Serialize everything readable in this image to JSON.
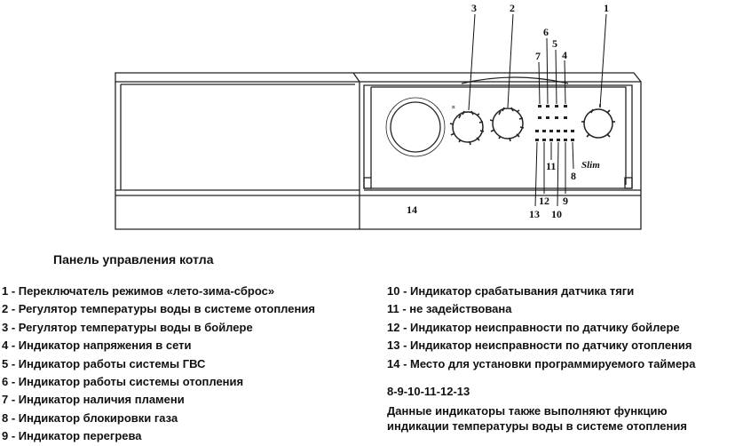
{
  "diagram": {
    "callouts": {
      "n1": "1",
      "n2": "2",
      "n3": "3",
      "n4": "4",
      "n5": "5",
      "n6": "6",
      "n7": "7",
      "n8": "8",
      "n9": "9",
      "n10": "10",
      "n11": "11",
      "n12": "12",
      "n13": "13",
      "n14": "14"
    },
    "logo_text": "Slim"
  },
  "caption": "Панель управления котла",
  "legend_left": [
    "1 - Переключатель режимов «лето-зима-сброс»",
    "2 - Регулятор температуры воды в системе отопления",
    "3 - Регулятор температуры воды в бойлере",
    "4 - Индикатор напряжения в сети",
    "5 - Индикатор работы системы ГВС",
    "6 - Индикатор работы системы отопления",
    "7 - Индикатор наличия пламени",
    "8 - Индикатор блокировки газа",
    "9 - Индикатор перегрева"
  ],
  "legend_right": [
    "10 - Индикатор срабатывания датчика тяги",
    "11 - не задействована",
    "12 - Индикатор неисправности по датчику бойлере",
    "13 - Индикатор неисправности по датчику отопления",
    "14 - Место для установки программируемого таймера"
  ],
  "note": {
    "title": "8-9-10-11-12-13",
    "text": "Данные индикаторы также выполняют функцию индикации температуры воды в системе отопления"
  }
}
